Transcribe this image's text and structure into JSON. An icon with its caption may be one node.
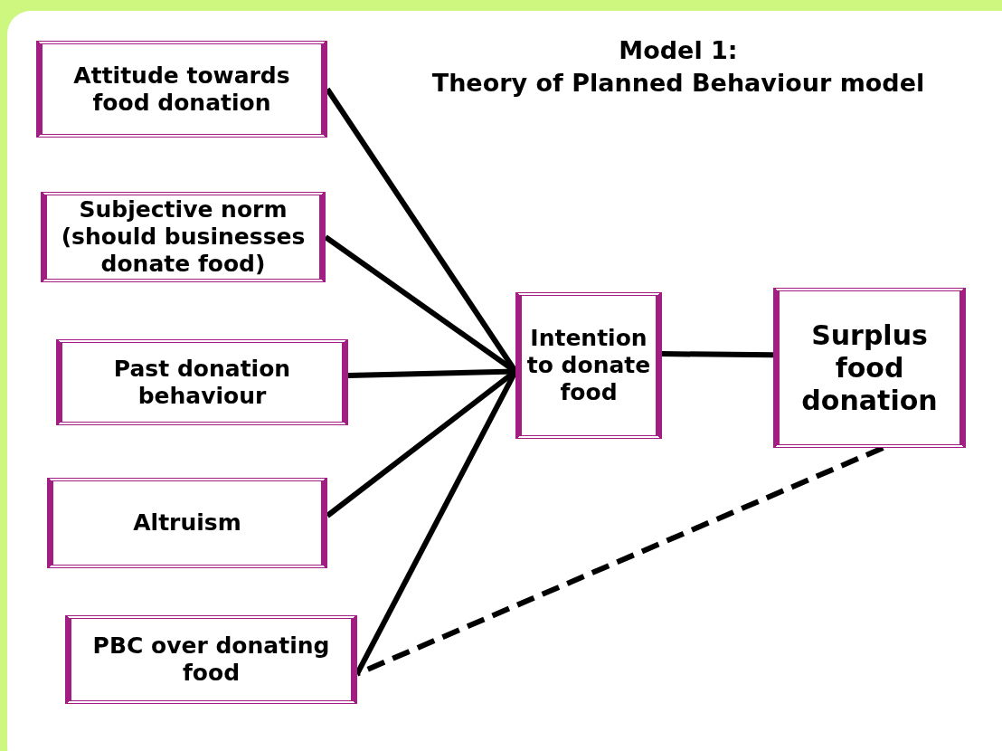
{
  "diagram": {
    "title": "Model 1:",
    "nodes": [
      {
        "text": [
          "Attitude towards food donation"
        ]
      },
      {
        "text": [
          "Subjective norm (should businesses donate food)"
        ]
      },
      {
        "text": [
          "Past donation behaviour"
        ]
      },
      {
        "text": [
          "Altruism"
        ]
      },
      {
        "text": [
          "PBC over donating food"
        ]
      },
      {
        "text": [
          "Intention to donate food"
        ]
      },
      {
        "text": [
          "Surplus food donation"
        ]
      }
    ],
    "edges": [
      {
        "from": 0,
        "to": 5,
        "arrow": "none"
      },
      {
        "from": 1,
        "to": 5,
        "arrow": "none"
      },
      {
        "from": 2,
        "to": 5,
        "arrow": "none"
      },
      {
        "from": 3,
        "to": 5,
        "arrow": "none"
      },
      {
        "from": 4,
        "to": 5,
        "arrow": "none"
      },
      {
        "from": 5,
        "to": 6,
        "arrow": "none"
      },
      {
        "from": 6,
        "to": 4,
        "arrow": "none",
        "style": "dashed"
      }
    ],
    "labels": [
      "Theory of Planned Behaviour model"
    ]
  }
}
